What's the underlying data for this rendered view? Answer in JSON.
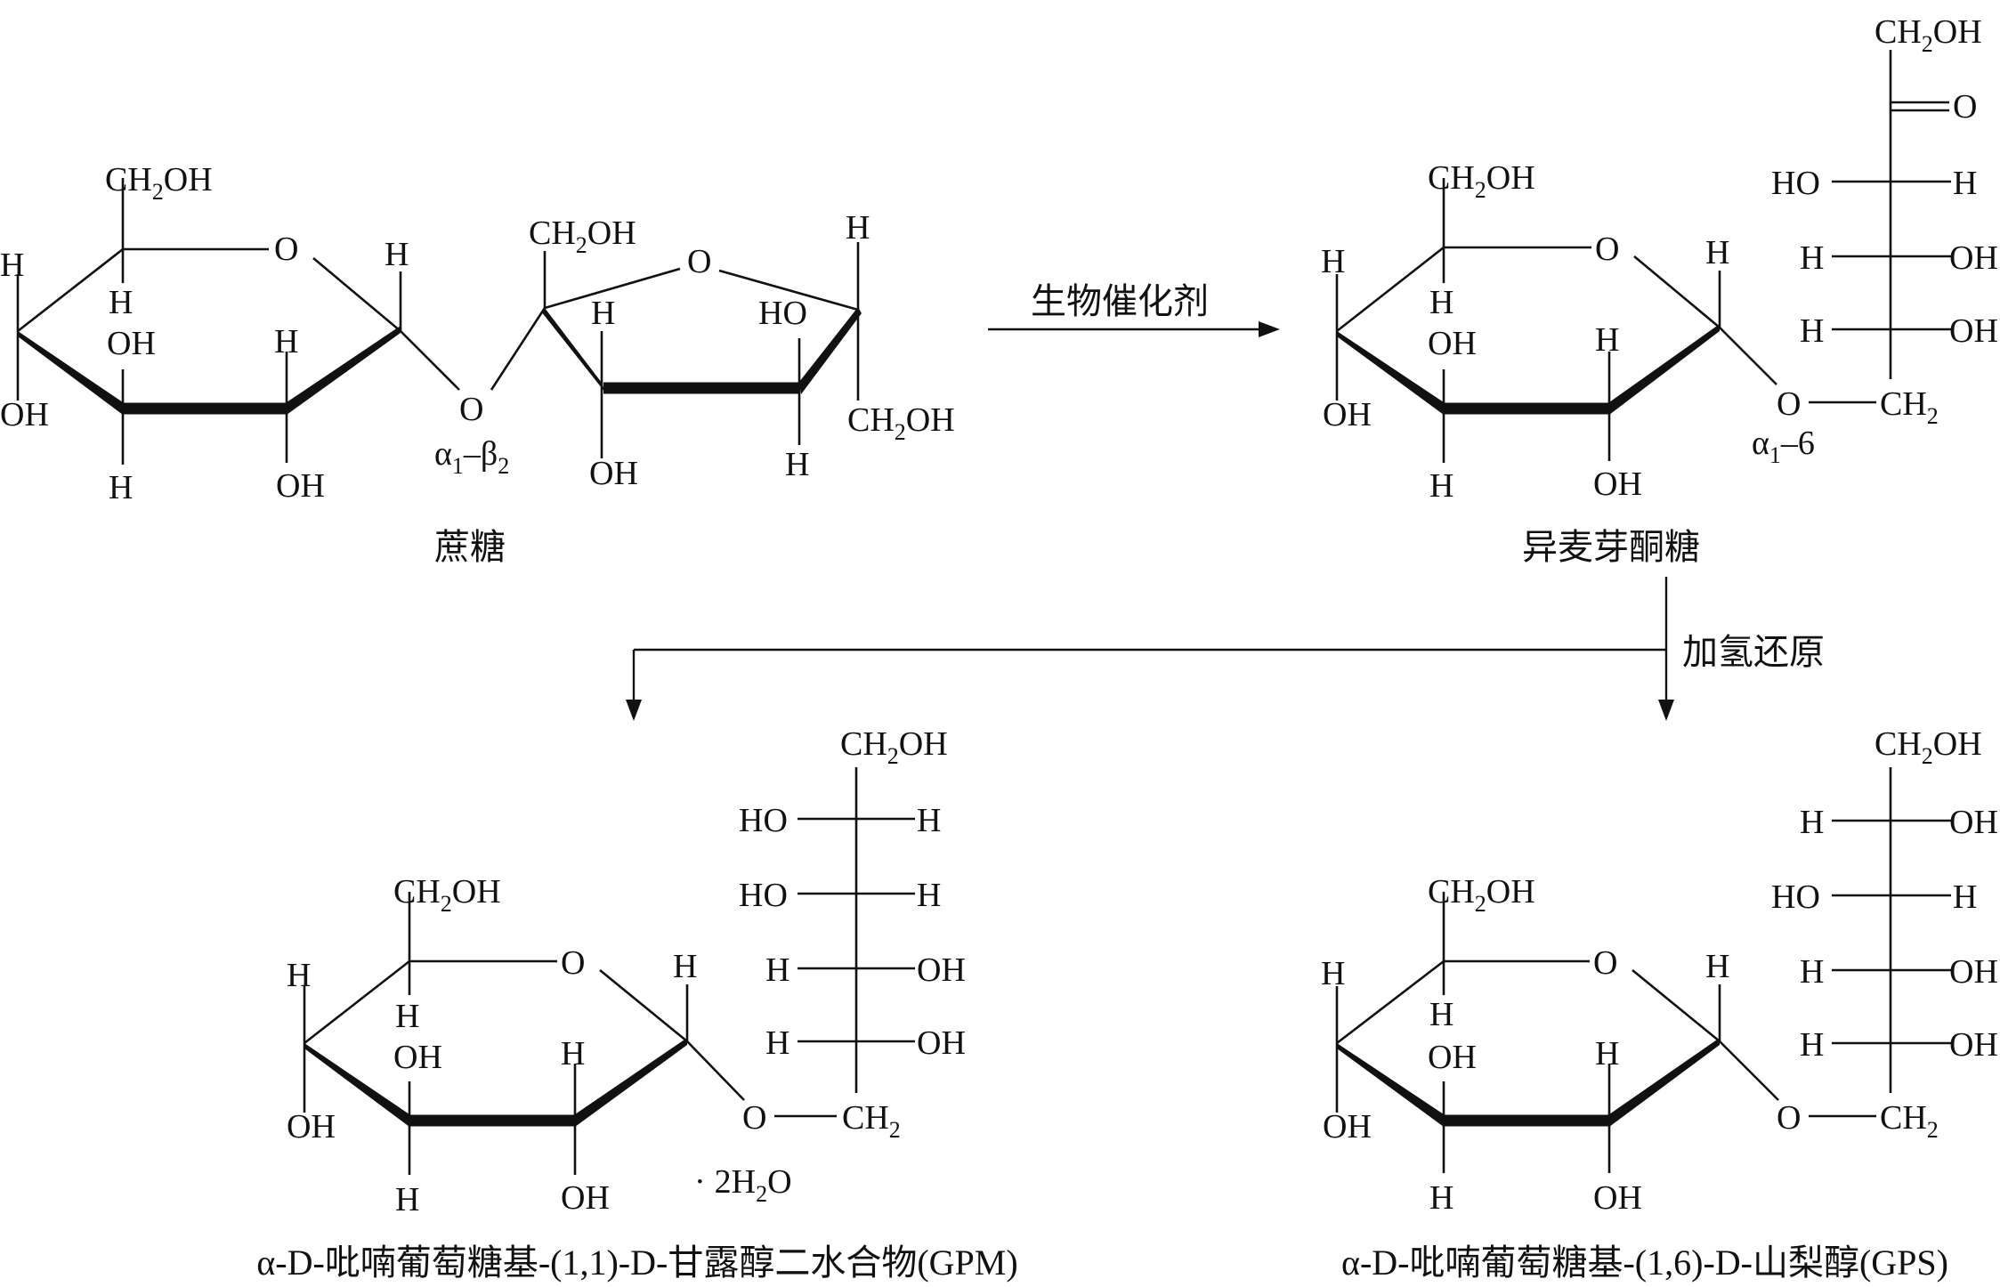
{
  "reaction": {
    "step1_reagent": "生物催化剂",
    "step2_reagent": "加氢还原"
  },
  "compounds": {
    "sucrose": {
      "name": "蔗糖",
      "linkage_alpha": "α",
      "linkage_alpha_sub": "1",
      "linkage_dash": "–β",
      "linkage_beta_sub": "2"
    },
    "isomaltulose": {
      "name": "异麦芽酮糖",
      "linkage_alpha": "α",
      "linkage_alpha_sub": "1",
      "linkage_rest": "–6"
    },
    "gpm": {
      "name": "α-D-吡喃葡萄糖基-(1,1)-D-甘露醇二水合物(GPM)",
      "hydrate_dot": "·",
      "hydrate_pre": "2H",
      "hydrate_sub": "2",
      "hydrate_post": "O"
    },
    "gps": {
      "name": "α-D-吡喃葡萄糖基-(1,6)-D-山梨醇(GPS)"
    }
  },
  "atoms": {
    "ch2oh_pre": "CH",
    "ch2oh_sub": "2",
    "ch2oh_post": "OH",
    "ch2_pre": "CH",
    "ch2_sub": "2",
    "oh": "OH",
    "ho": "HO",
    "h": "H",
    "o": "O"
  }
}
